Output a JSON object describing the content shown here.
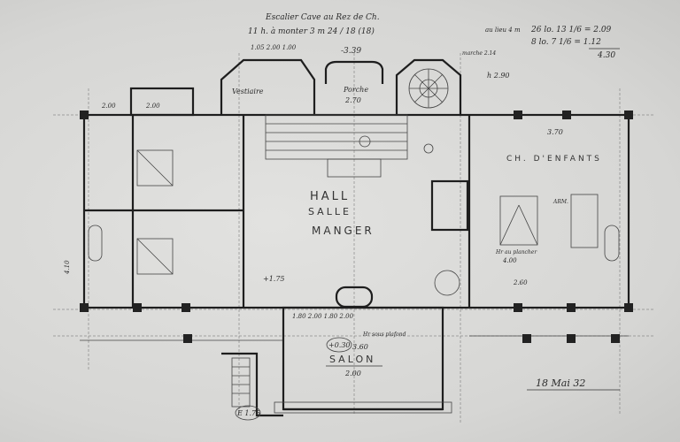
{
  "notes_top": {
    "line1": "Escalier Cave au Rez de Ch.",
    "line2": "11 h. à monter 3 m 24 / 18 (18)",
    "level": "-3.39",
    "calc1": "26 lo. 13 1/6 = 2.09",
    "calc2": "8 lo. 7 1/6 = 1.12",
    "calc_total": "4.30",
    "note_mid": "au lieu 4 m",
    "note_right": "marche 2.14",
    "height_note": "h 2.90"
  },
  "rooms": {
    "vestibule": "Vestiaire",
    "porch": "Porche",
    "porch_dim": "2.70",
    "hall": "HALL",
    "dining1": "SALLE",
    "dining2": "MANGER",
    "children": "CH. D'ENFANTS",
    "salon": "SALON",
    "closet": "ARM."
  },
  "dimensions": {
    "top_left_a": "2.00",
    "top_left_b": "2.00",
    "left_side": "4.10",
    "right_width": "3.70",
    "hall_level": "+1.75",
    "salon_level": "+0.30",
    "salon_height": "3.60",
    "salon_width": "2.00",
    "salon_ceiling": "Hr sous plafond",
    "child_ceiling": "Hr au plancher",
    "child_ceiling_val": "4.00",
    "bottom_level": "E 1.75",
    "right_dims": "2.60",
    "bottom_row": "1.80   2.00   1.80   2.00",
    "top_dims": "1.05   2.00   1.00"
  },
  "date": "18 Mai 32"
}
